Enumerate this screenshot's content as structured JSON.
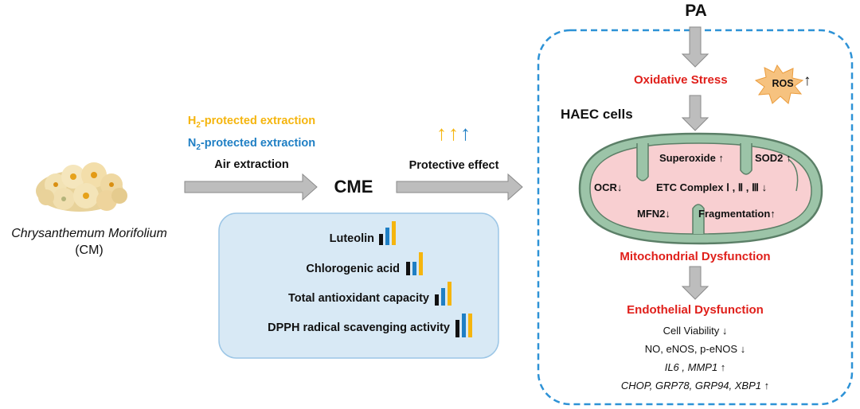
{
  "left": {
    "plant_name": "Chrysanthemum Morifolium",
    "plant_abbr": "(CM)",
    "extraction": {
      "h2_prefix": "H",
      "h2_sub": "2",
      "h2_suffix": "-protected extraction",
      "n2_prefix": "N",
      "n2_sub": "2",
      "n2_suffix": "-protected extraction",
      "air": "Air extraction"
    },
    "product": "CME",
    "effect_label": "Protective effect",
    "effect_arrows": [
      "↑",
      "↑",
      "↑"
    ]
  },
  "components": [
    {
      "label": "Luteolin",
      "bars": [
        0.45,
        0.7,
        0.95
      ]
    },
    {
      "label": "Chlorogenic acid",
      "bars": [
        0.55,
        0.55,
        0.95
      ]
    },
    {
      "label": "Total antioxidant capacity",
      "bars": [
        0.45,
        0.7,
        0.95
      ]
    },
    {
      "label": "DPPH radical scavenging activity",
      "bars": [
        0.7,
        0.95,
        0.95
      ]
    }
  ],
  "colors": {
    "air": "#111111",
    "n2": "#1f7fc4",
    "h2": "#f5b50e",
    "red_text": "#e0201b",
    "panel_fill": "#d8e9f5",
    "dash_border": "#2d92d6",
    "mito_outer": "#8bb89c",
    "mito_inner": "#f8cfd1",
    "arrow_gray": "#bdbdbd"
  },
  "right": {
    "pa": "PA",
    "oxidative_stress": "Oxidative Stress",
    "ros": "ROS",
    "ros_arrow": "↑",
    "haec": "HAEC cells",
    "mito": {
      "superoxide": "Superoxide ↑",
      "sod2": "SOD2 ↑",
      "ocr": "OCR↓",
      "etc": "ETC Complex Ⅰ , Ⅱ , Ⅲ ↓",
      "mfn2": "MFN2↓",
      "fragmentation": "Fragmentation↑"
    },
    "mito_dysfunction": "Mitochondrial Dysfunction",
    "endo_dysfunction": "Endothelial Dysfunction",
    "markers": [
      "Cell Viability ↓",
      "NO, eNOS, p-eNOS ↓",
      "IL6 , MMP1 ↑",
      "CHOP, GRP78, GRP94, XBP1 ↑"
    ]
  }
}
